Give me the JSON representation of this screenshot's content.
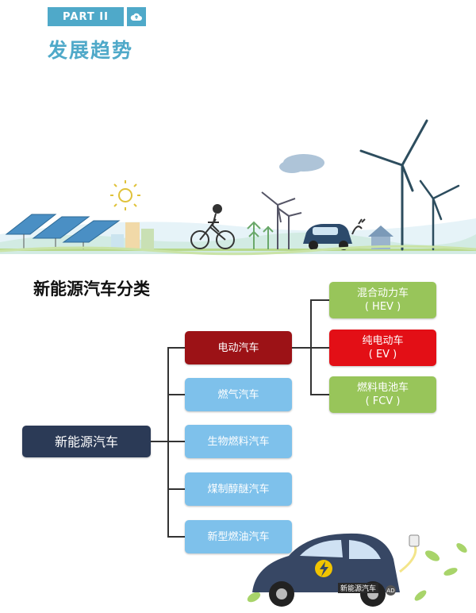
{
  "header": {
    "part_label": "PART II",
    "section_title": "发展趋势"
  },
  "diagram": {
    "title": "新能源汽车分类",
    "root": "新能源汽车",
    "level1": [
      "电动汽车",
      "燃气汽车",
      "生物燃料汽车",
      "煤制醇醚汽车",
      "新型燃油汽车"
    ],
    "level2": [
      {
        "name": "混合动力车",
        "abbr": "( HEV )"
      },
      {
        "name": "纯电动车",
        "abbr": "( EV )"
      },
      {
        "name": "燃料电池车",
        "abbr": "( FCV )"
      }
    ]
  },
  "car_plate": "新能源汽车",
  "ad_badge": "AD",
  "colors": {
    "accent_blue": "#4fa9c9",
    "root_navy": "#2b3a56",
    "level1_blue": "#7ec1eb",
    "ev_dark_red": "#9c1216",
    "ev_bright_red": "#e30f16",
    "level2_green": "#98c55a"
  }
}
